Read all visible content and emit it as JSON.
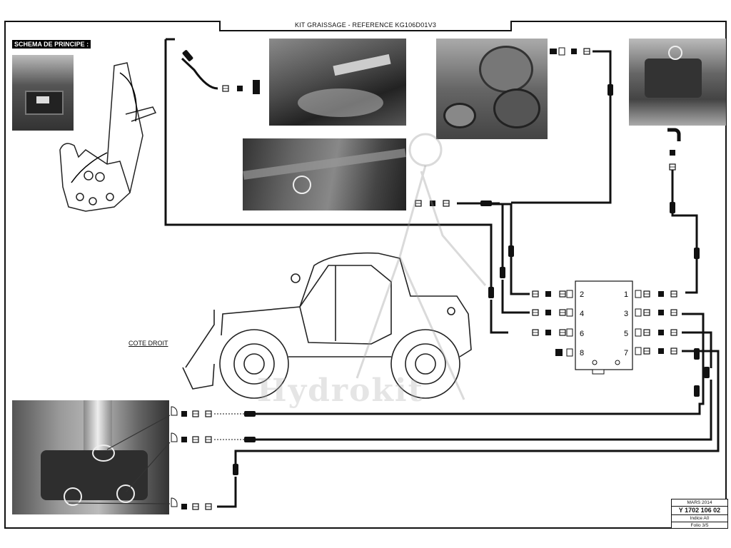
{
  "header": {
    "title": "KIT GRAISSAGE  - REFERENCE KG106D01V3"
  },
  "labels": {
    "schema": "SCHEMA DE PRINCIPE :",
    "side": "COTE DROIT",
    "watermark": "Hydrokit"
  },
  "block": {
    "ports_left": [
      "2",
      "4",
      "6",
      "8"
    ],
    "ports_right": [
      "1",
      "3",
      "5",
      "7"
    ]
  },
  "cartouche": {
    "date": "MARS 2014",
    "reference": "Y 1702 106 02",
    "index": "Indice A0",
    "folio": "Folio 3/5"
  },
  "colors": {
    "line": "#111111",
    "fitting": "#111111"
  }
}
